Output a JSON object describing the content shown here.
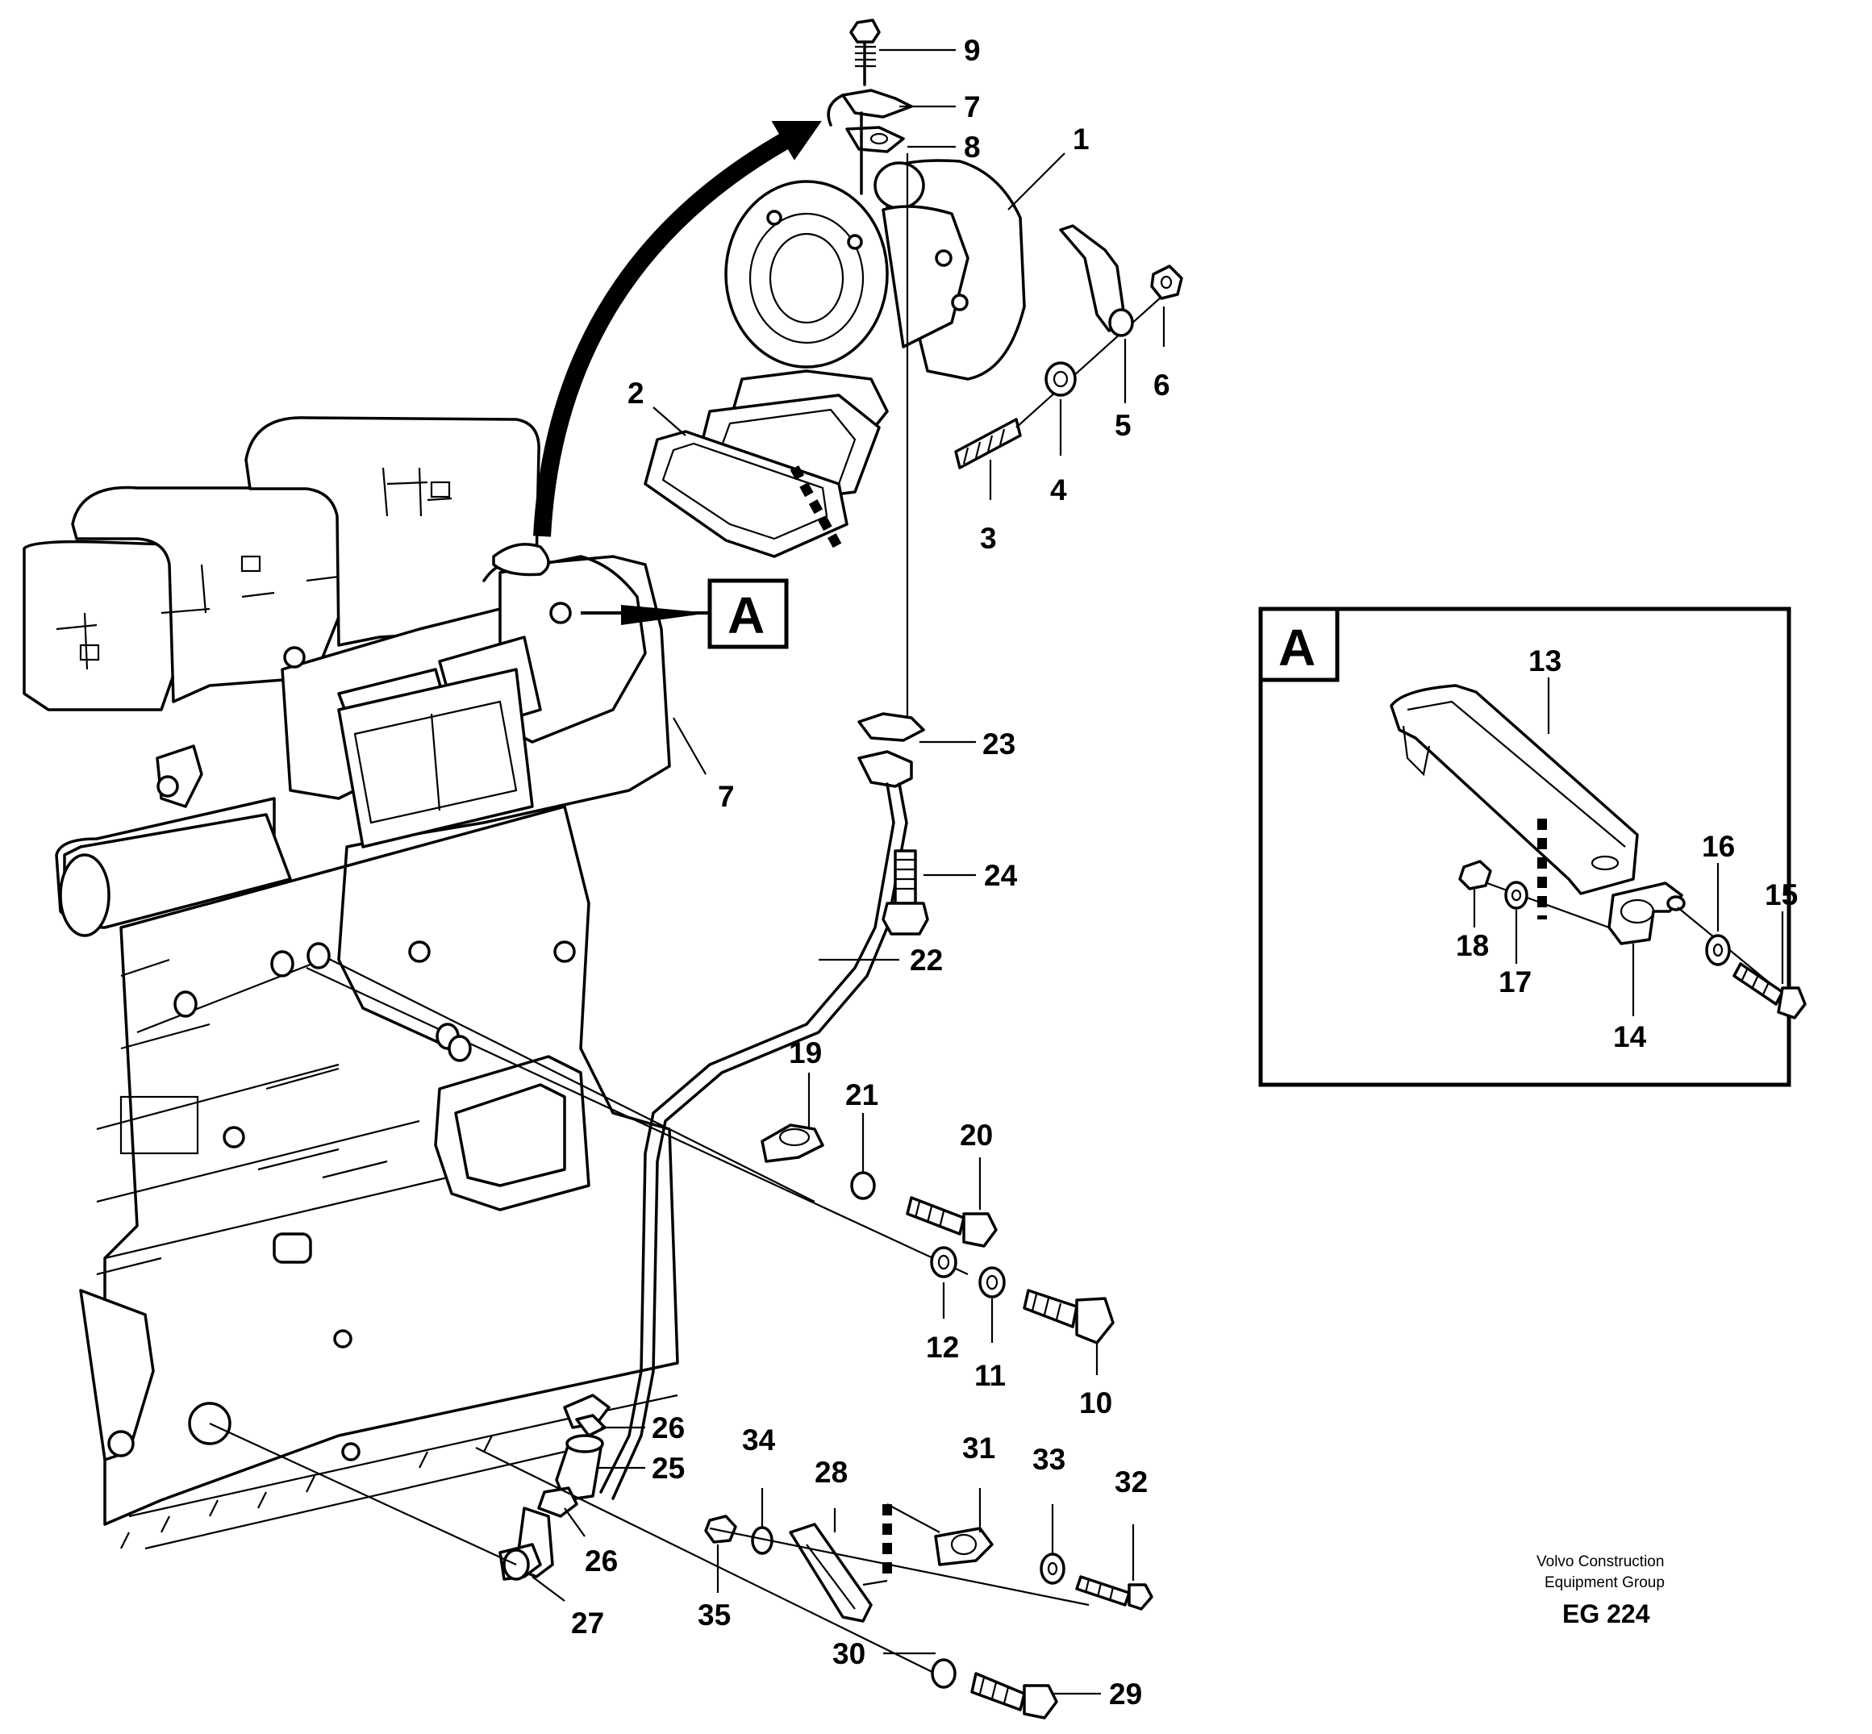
{
  "diagram": {
    "callouts": [
      {
        "id": "9",
        "text": "9"
      },
      {
        "id": "7a",
        "text": "7"
      },
      {
        "id": "8",
        "text": "8"
      },
      {
        "id": "1",
        "text": "1"
      },
      {
        "id": "2",
        "text": "2"
      },
      {
        "id": "6",
        "text": "6"
      },
      {
        "id": "5",
        "text": "5"
      },
      {
        "id": "4",
        "text": "4"
      },
      {
        "id": "3",
        "text": "3"
      },
      {
        "id": "7b",
        "text": "7"
      },
      {
        "id": "23",
        "text": "23"
      },
      {
        "id": "24",
        "text": "24"
      },
      {
        "id": "22",
        "text": "22"
      },
      {
        "id": "19",
        "text": "19"
      },
      {
        "id": "21",
        "text": "21"
      },
      {
        "id": "20",
        "text": "20"
      },
      {
        "id": "12",
        "text": "12"
      },
      {
        "id": "11",
        "text": "11"
      },
      {
        "id": "10",
        "text": "10"
      },
      {
        "id": "26a",
        "text": "26"
      },
      {
        "id": "25",
        "text": "25"
      },
      {
        "id": "26b",
        "text": "26"
      },
      {
        "id": "27",
        "text": "27"
      },
      {
        "id": "34",
        "text": "34"
      },
      {
        "id": "28",
        "text": "28"
      },
      {
        "id": "31",
        "text": "31"
      },
      {
        "id": "33",
        "text": "33"
      },
      {
        "id": "32",
        "text": "32"
      },
      {
        "id": "35",
        "text": "35"
      },
      {
        "id": "30",
        "text": "30"
      },
      {
        "id": "29",
        "text": "29"
      }
    ],
    "reference_marker": "A",
    "detail": {
      "marker": "A",
      "callouts": [
        {
          "id": "13",
          "text": "13"
        },
        {
          "id": "16",
          "text": "16"
        },
        {
          "id": "15",
          "text": "15"
        },
        {
          "id": "18",
          "text": "18"
        },
        {
          "id": "17",
          "text": "17"
        },
        {
          "id": "14",
          "text": "14"
        }
      ]
    },
    "credit": {
      "line1": "Volvo Construction",
      "line2": "Equipment Group",
      "code": "EG 224"
    }
  }
}
